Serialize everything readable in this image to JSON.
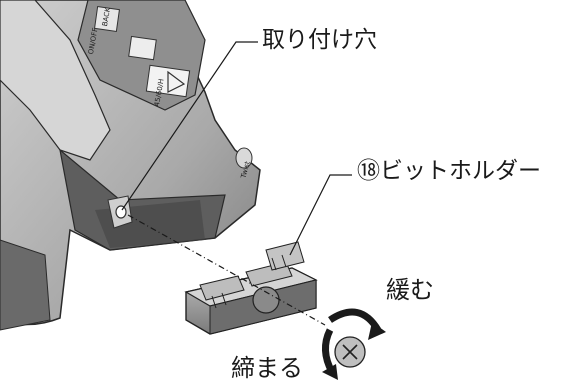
{
  "labels": {
    "mounting_hole": "取り付け穴",
    "bit_holder": "⑱ビットホルダー",
    "loosen": "緩む",
    "tighten": "締まる"
  },
  "tool_marks": {
    "panel_text_1": "ON/OFF",
    "panel_text_2": "BACK",
    "panel_text_3": "45/60/H",
    "side_text": "Twist"
  },
  "colors": {
    "line": "#1a1a1a",
    "tool_body": "#b9b9b9",
    "tool_shadow": "#6e6e6e",
    "holder": "#9a9a9a"
  }
}
